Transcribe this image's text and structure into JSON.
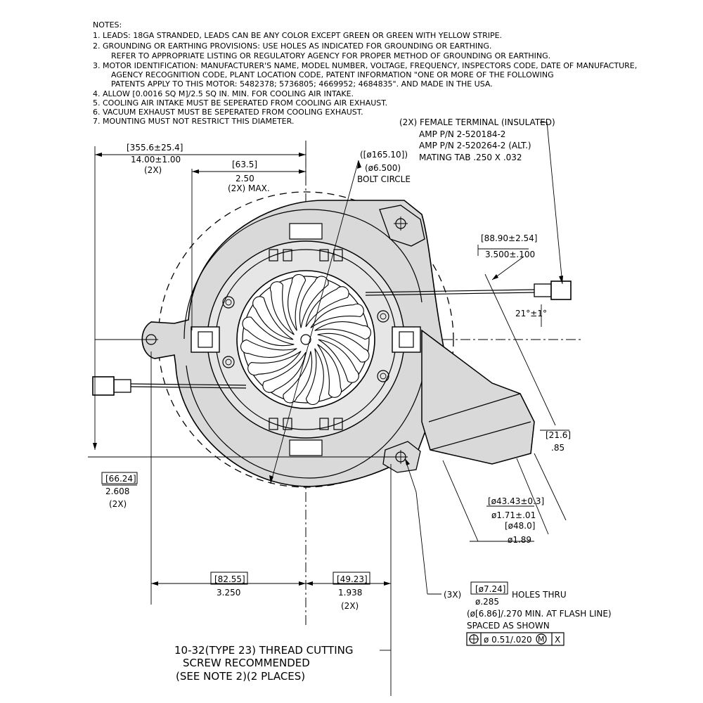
{
  "notes": {
    "title": "NOTES:",
    "lines": [
      "1. LEADS: 18GA STRANDED, LEADS CAN BE ANY COLOR EXCEPT GREEN OR GREEN WITH YELLOW STRIPE.",
      "2. GROUNDING OR EARTHING PROVISIONS: USE HOLES AS INDICATED FOR GROUNDING OR EARTHING.",
      "REFER TO APPROPRIATE LISTING OR REGULATORY AGENCY FOR PROPER METHOD OF GROUNDING OR EARTHING.",
      "3. MOTOR IDENTIFICATION: MANUFACTURER'S NAME, MODEL NUMBER, VOLTAGE, FREQUENCY, INSPECTORS CODE, DATE OF MANUFACTURE,",
      "AGENCY RECOGNITION CODE, PLANT LOCATION CODE, PATENT INFORMATION \"ONE OR MORE OF THE FOLLOWING",
      "PATENTS APPLY TO THIS MOTOR: 5482378; 5736805; 4669952; 4684835\". AND MADE IN THE USA.",
      "4. ALLOW [0.0016 SQ M]/2.5 SQ IN. MIN. FOR COOLING AIR INTAKE.",
      "5. COOLING AIR INTAKE MUST BE SEPERATED FROM COOLING AIR EXHAUST.",
      "6. VACUUM EXHAUST MUST BE SEPERATED FROM COOLING EXHAUST.",
      "7. MOUNTING MUST NOT RESTRICT THIS DIAMETER."
    ]
  },
  "dims": {
    "overall": [
      "[355.6±25.4]",
      "14.00±1.00",
      "(2X)"
    ],
    "lead_len": [
      "[63.5]",
      "2.50",
      "(2X) MAX."
    ],
    "bolt": [
      "([ø165.10])",
      "(ø6.500)",
      "BOLT CIRCLE"
    ],
    "terminal": [
      "(2X) FEMALE TERMINAL (INSULATED)",
      "AMP P/N 2-520184-2",
      "AMP P/N 2-520264-2 (ALT.)",
      "MATING TAB .250 X .032"
    ],
    "offset": [
      "[88.90±2.54]",
      "3.500±.100"
    ],
    "angle": "21°±1°",
    "outlet_edge": [
      "[21.6]",
      ".85"
    ],
    "outlet_id": [
      "[ø43.43±0.3]",
      "ø1.71±.01"
    ],
    "outlet_od": [
      "[ø48.0]",
      "ø1.89"
    ],
    "left_height": [
      "[66.24]",
      "2.608",
      "(2X)"
    ],
    "bottom_left": [
      "[82.55]",
      "3.250"
    ],
    "bottom_right": [
      "[49.23]",
      "1.938",
      "(2X)"
    ],
    "holes": [
      "(3X)",
      "[ø7.24]",
      "ø.285",
      "HOLES THRU",
      "(ø[6.86]/.270 MIN. AT FLASH LINE)",
      "SPACED AS SHOWN"
    ],
    "tolerance": [
      "ø 0.51/.020",
      "M",
      "X"
    ],
    "screw": [
      "10-32(TYPE 23) THREAD CUTTING",
      "SCREW RECOMMENDED",
      "(SEE NOTE 2)(2 PLACES)"
    ]
  }
}
